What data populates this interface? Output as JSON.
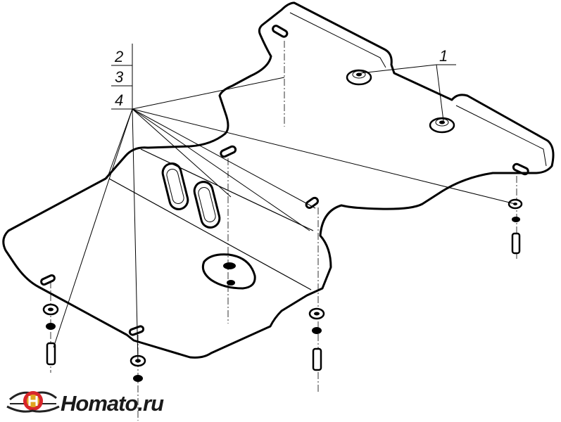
{
  "callouts": {
    "c1": "1",
    "c2": "2",
    "c3": "3",
    "c4": "4"
  },
  "logo": {
    "brand_text": "Homato.ru",
    "accent_color": "#d8262a",
    "gold_color": "#e0a51f",
    "icon": "car-emblem-icon"
  },
  "colors": {
    "line": "#000000",
    "background": "#ffffff"
  }
}
